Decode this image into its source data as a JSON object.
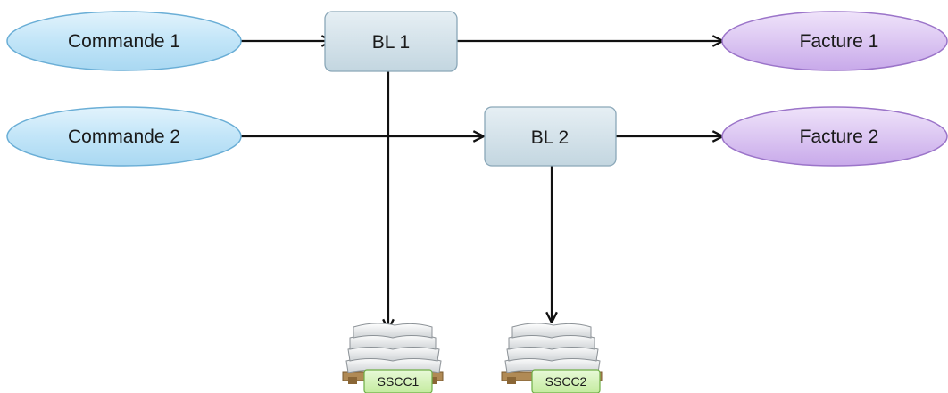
{
  "orders": [
    {
      "label": "Commande 1"
    },
    {
      "label": "Commande 2"
    }
  ],
  "delivery_notes": [
    {
      "label": "BL 1"
    },
    {
      "label": "BL 2"
    }
  ],
  "invoices": [
    {
      "label": "Facture 1"
    },
    {
      "label": "Facture 2"
    }
  ],
  "pallets": [
    {
      "label": "SSCC1"
    },
    {
      "label": "SSCC2"
    }
  ],
  "colors": {
    "order_fill": "#bfe3f7",
    "order_stroke": "#6aaed6",
    "note_fill": "#d4e4ec",
    "note_stroke": "#8aa7b8",
    "invoice_fill": "#dcc7f2",
    "invoice_stroke": "#9b74c9",
    "tag_fill": "#d3f2b5",
    "tag_stroke": "#6fae46",
    "arrow": "#111111"
  }
}
